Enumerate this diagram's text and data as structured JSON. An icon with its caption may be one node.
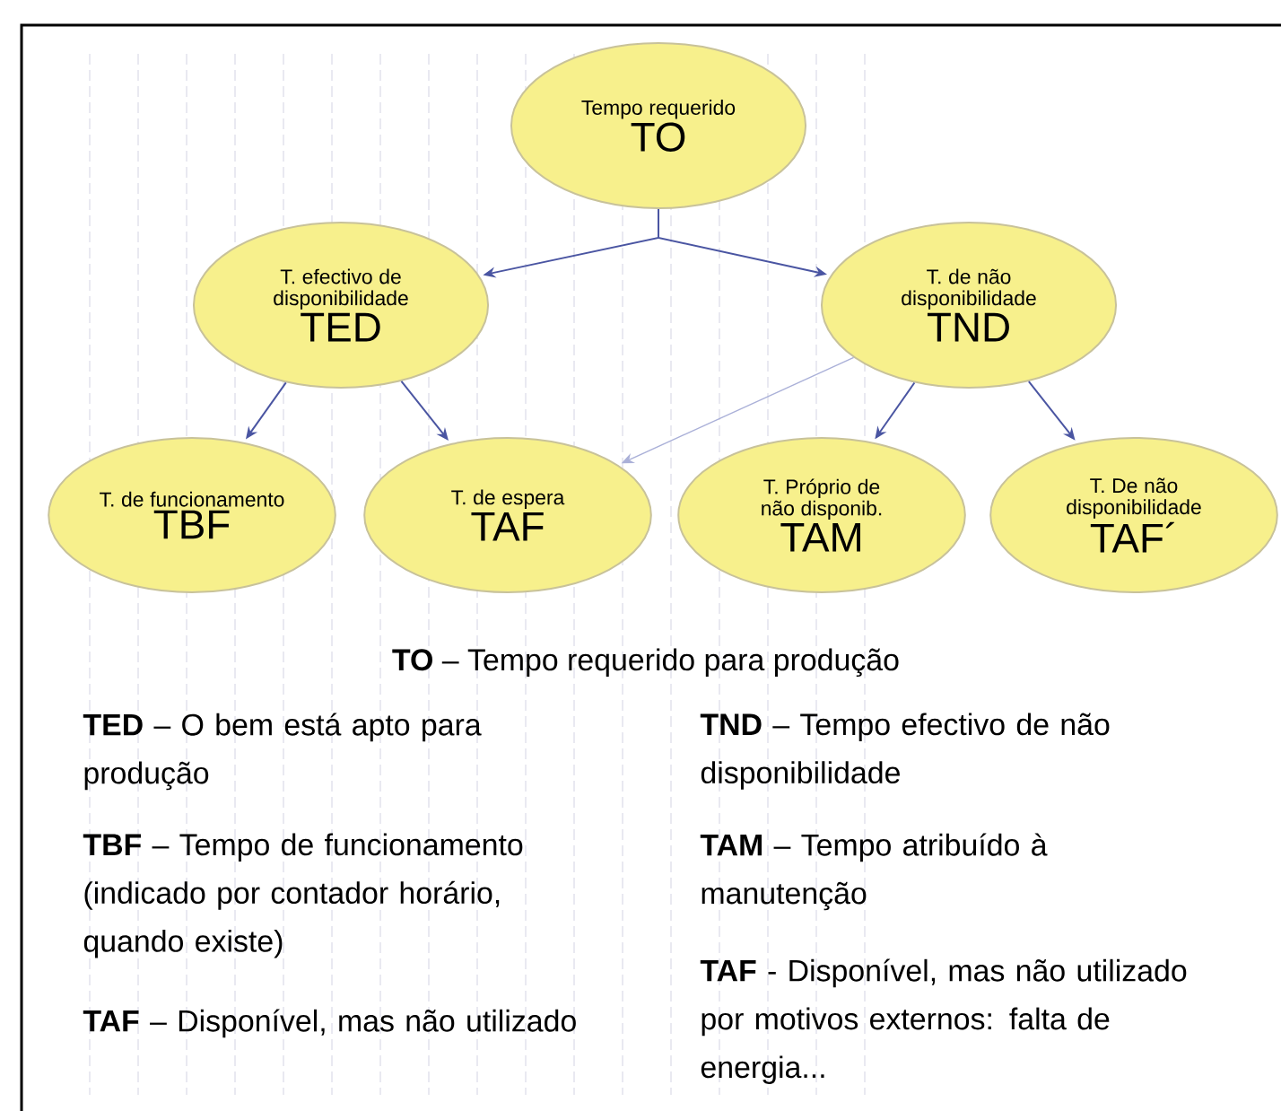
{
  "diagram": {
    "nodes": [
      {
        "text": [
          "Tempo requerido",
          "TO"
        ]
      },
      {
        "text": [
          "T. efectivo de disponibilidade",
          "TED"
        ]
      },
      {
        "text": [
          "T. de não disponibilidade",
          "TND"
        ]
      },
      {
        "text": [
          "T. de funcionamento",
          "TBF"
        ]
      },
      {
        "text": [
          "T. de espera",
          "TAF"
        ]
      },
      {
        "text": [
          "T. Próprio de não disponib.",
          "TAM"
        ]
      },
      {
        "text": [
          "T. De não disponibilidade",
          "TAF´"
        ]
      }
    ],
    "edges": [
      {
        "from": 0,
        "to": 1,
        "arrow": "to"
      },
      {
        "from": 0,
        "to": 2,
        "arrow": "to"
      },
      {
        "from": 1,
        "to": 3,
        "arrow": "to"
      },
      {
        "from": 1,
        "to": 4,
        "arrow": "to"
      },
      {
        "from": 2,
        "to": 4,
        "arrow": "to",
        "color": "#aab0d8"
      },
      {
        "from": 2,
        "to": 5,
        "arrow": "to"
      },
      {
        "from": 2,
        "to": 6,
        "arrow": "to"
      }
    ],
    "labels": [
      "**TO** – Tempo requerido para produção",
      "**TED** – O bem está apto para produção",
      "**TND** – Tempo efectivo de não disponibilidade",
      "**TBF** – Tempo de funcionamento (indicado por contador horário, quando existe)",
      "**TAM** – Tempo atribuído à manutenção",
      "**TAF** – Disponível, mas não utilizado",
      "**TAF** - Disponível, mas não utilizado por motivos externos: falta de energia..."
    ]
  }
}
